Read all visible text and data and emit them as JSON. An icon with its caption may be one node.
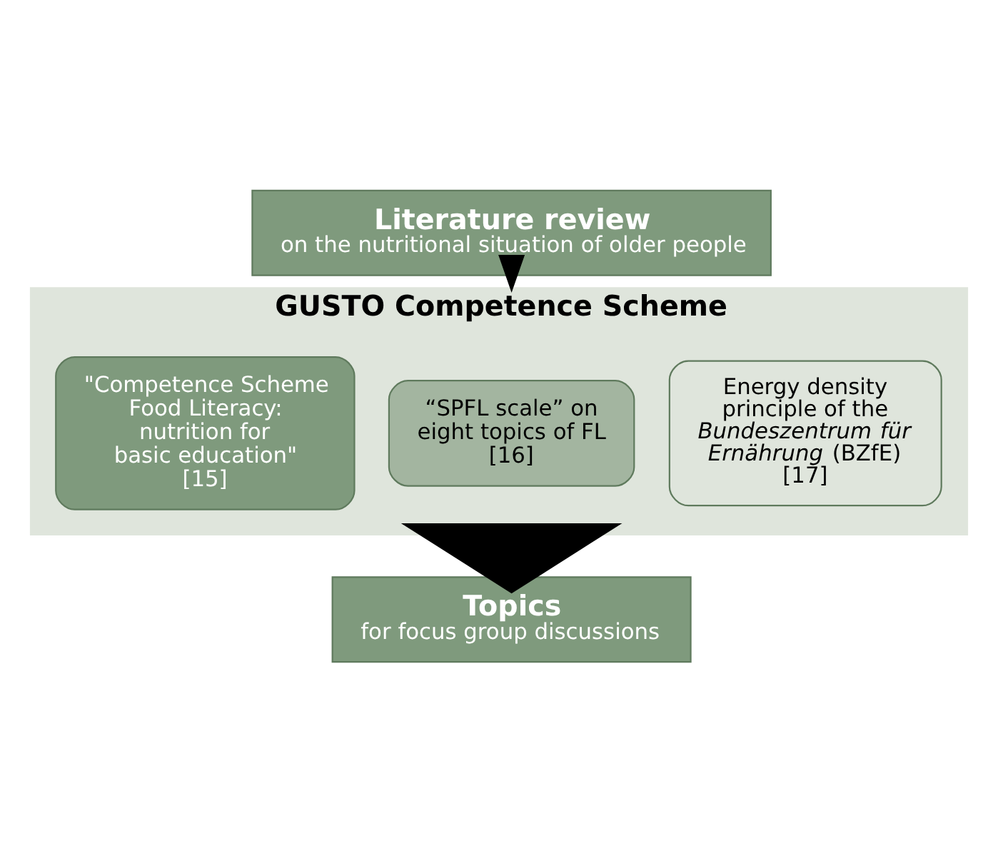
{
  "diagram": {
    "nodes": [
      {
        "text": [
          "Literature review",
          "on the nutritional situation of older people"
        ]
      },
      {
        "text": [
          "GUSTO Competence Scheme"
        ]
      },
      {
        "text": [
          "\"Competence Scheme Food Literacy: nutrition for basic education\" [15]"
        ],
        "in": 1
      },
      {
        "text": [
          "“SPFL scale” on eight topics of FL [16]"
        ],
        "in": 1
      },
      {
        "text": [
          "Energy density principle of the *Bundeszentrum für Ernährung* (BZfE) [17]"
        ],
        "in": 1
      },
      {
        "text": [
          "Topics",
          "for focus group discussions"
        ]
      }
    ],
    "edges": [
      {
        "from": 0,
        "to": 1,
        "arrow": "to"
      },
      {
        "from": 1,
        "to": 5,
        "arrow": "to",
        "style": "thick"
      }
    ]
  }
}
